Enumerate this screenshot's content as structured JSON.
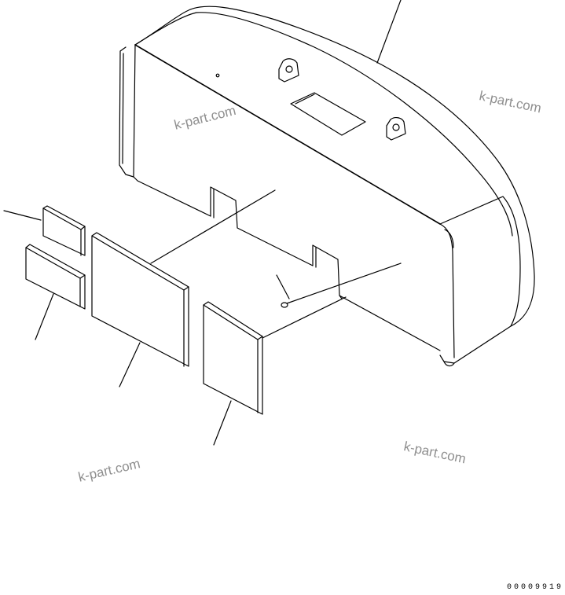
{
  "watermarks": [
    "k-part.com",
    "k-part.com",
    "k-part.com",
    "k-part.com"
  ],
  "drawing_code": "00009919",
  "colors": {
    "line": "#000000",
    "watermark": "#8f8f8f",
    "background": "#ffffff"
  }
}
